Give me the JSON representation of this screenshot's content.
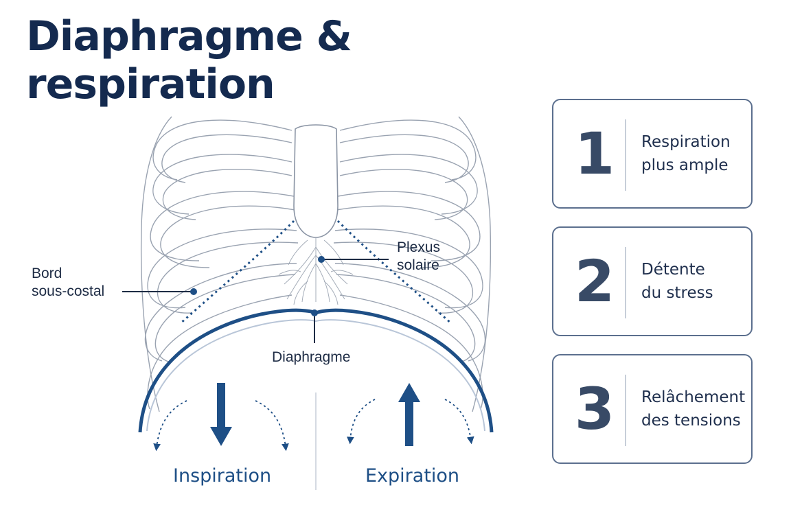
{
  "title": {
    "line1": "Diaphragme &",
    "line2": "respiration"
  },
  "labels": {
    "bord_line1": "Bord",
    "bord_line2": "sous-costal",
    "plexus_line1": "Plexus",
    "plexus_line2": "solaire",
    "diaphragme": "Diaphragme",
    "inspiration": "Inspiration",
    "expiration": "Expiration"
  },
  "benefits": [
    {
      "number": "1",
      "line1": "Respiration",
      "line2": "plus ample"
    },
    {
      "number": "2",
      "line1": "Détente",
      "line2": "du stress"
    },
    {
      "number": "3",
      "line1": "Relâchement",
      "line2": "des tensions"
    }
  ],
  "colors": {
    "title": "#142a4f",
    "accent": "#1e4f86",
    "outline": "#9aa3b1",
    "card_border": "#5b6f8e"
  },
  "icons": [
    "arrow-down-icon",
    "arrow-up-icon",
    "curved-dashed-arrow-icon"
  ]
}
